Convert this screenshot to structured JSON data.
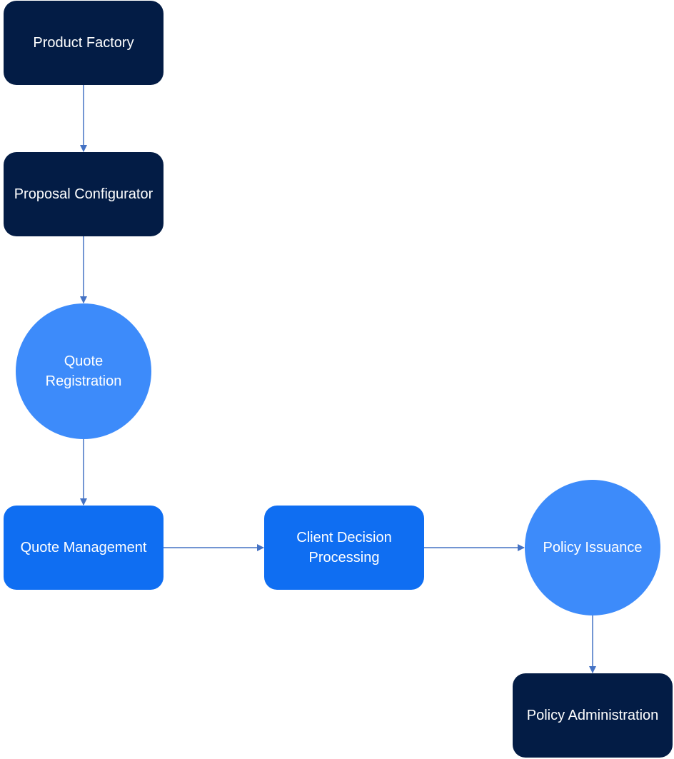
{
  "colors": {
    "dark_node": "#031c45",
    "mid_node": "#0f6ef2",
    "circle_node": "#3d8bfa",
    "connector": "#4472c4",
    "text": "#ffffff"
  },
  "nodes": {
    "product_factory": {
      "label": "Product Factory",
      "shape": "rounded-rectangle"
    },
    "proposal_configurator": {
      "label": "Proposal Configurator",
      "shape": "rounded-rectangle"
    },
    "quote_registration": {
      "line1": "Quote",
      "line2": "Registration",
      "shape": "circle"
    },
    "quote_management": {
      "label": "Quote Management",
      "shape": "rounded-rectangle"
    },
    "client_decision_processing": {
      "line1": "Client Decision",
      "line2": "Processing",
      "shape": "rounded-rectangle"
    },
    "policy_issuance": {
      "label": "Policy Issuance",
      "shape": "circle"
    },
    "policy_administration": {
      "label": "Policy Administration",
      "shape": "rounded-rectangle"
    }
  },
  "edges": [
    {
      "from": "Product Factory",
      "to": "Proposal Configurator"
    },
    {
      "from": "Proposal Configurator",
      "to": "Quote Registration"
    },
    {
      "from": "Quote Registration",
      "to": "Quote Management"
    },
    {
      "from": "Quote Management",
      "to": "Client Decision Processing"
    },
    {
      "from": "Client Decision Processing",
      "to": "Policy Issuance"
    },
    {
      "from": "Policy Issuance",
      "to": "Policy Administration"
    }
  ]
}
